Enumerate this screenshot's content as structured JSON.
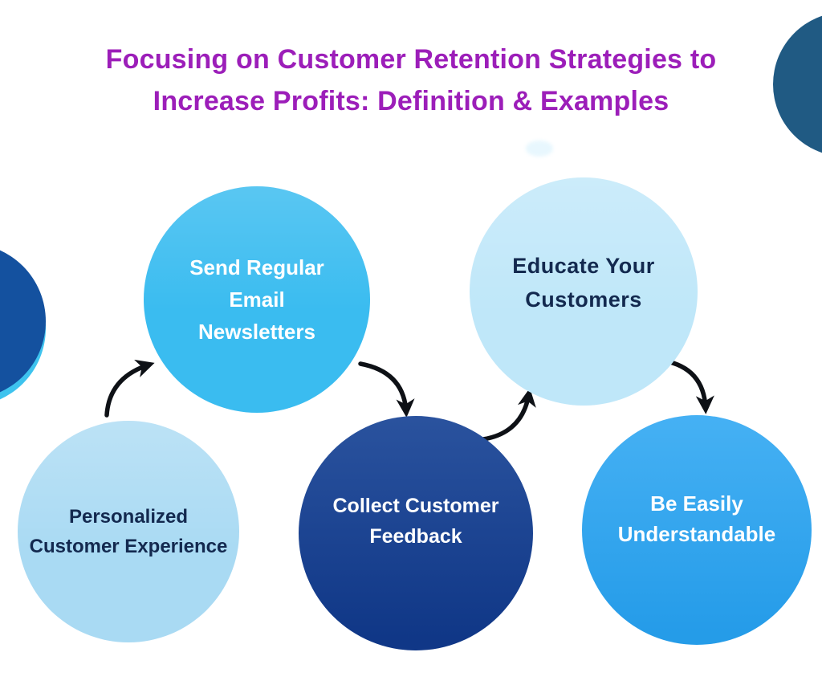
{
  "title": {
    "lines": [
      "Focusing on Customer Retention Strategies to",
      "Increase Profits: Definition & Examples"
    ]
  },
  "steps": [
    {
      "key": "personalized-customer-experience",
      "lines": [
        "Personalized",
        "Customer Experience"
      ]
    },
    {
      "key": "send-regular-email-newsletters",
      "lines": [
        "Send Regular",
        "Email",
        "Newsletters"
      ]
    },
    {
      "key": "collect-customer-feedback",
      "lines": [
        "Collect Customer",
        "Feedback"
      ]
    },
    {
      "key": "educate-your-customers",
      "lines": [
        "Educate Your",
        "Customers"
      ]
    },
    {
      "key": "be-easily-understandable",
      "lines": [
        "Be Easily",
        "Understandable"
      ]
    }
  ],
  "colors": {
    "title": "#9C1EB9",
    "circle_personalized": "#A9DAF3",
    "circle_send_regular": "#3ABCF0",
    "circle_collect": "#123F93",
    "circle_educate": "#BFE7F9",
    "circle_be_easily": "#27A4F2",
    "text_dark": "#13294F",
    "text_light": "#FFFFFF",
    "arrow": "#0E1116",
    "decor_top_right": "#205A83",
    "decor_left": "#14519F",
    "decor_left_rim": "#3EC3EE"
  }
}
